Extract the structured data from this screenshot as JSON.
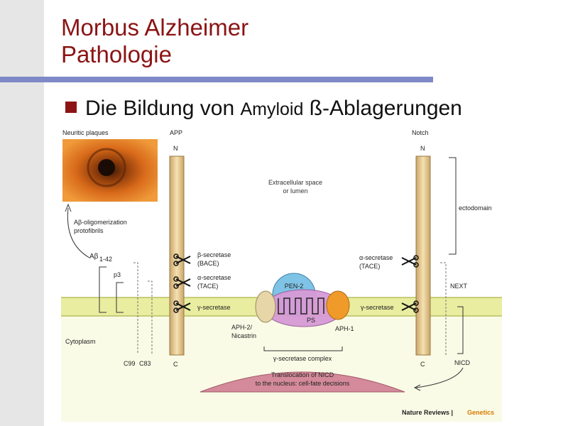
{
  "slide": {
    "title_line1": "Morbus Alzheimer",
    "title_line2": "Pathologie",
    "bullet_pre": "Die Bildung von ",
    "bullet_small": "Amyloid",
    "bullet_post": " ß-Ablagerungen"
  },
  "figure": {
    "neuritic_plaques": "Neuritic plaques",
    "app": "APP",
    "notch": "Notch",
    "n_left": "N",
    "n_right": "N",
    "c_left": "C",
    "c_right": "C",
    "extracellular_1": "Extracellular space",
    "extracellular_2": "or lumen",
    "oligo_1": "Aβ-oligomerization",
    "oligo_2": "protofibrils",
    "abeta": "Aβ",
    "abeta_sub": "1-42",
    "p3": "p3",
    "beta_sec": "β-secretase",
    "bace": "(BACE)",
    "alpha_sec_left": "α-secretase",
    "tace_left": "(TACE)",
    "gamma_sec_left": "γ-secretase",
    "alpha_sec_right": "α-secretase",
    "tace_right": "(TACE)",
    "gamma_sec_right": "γ-secretase",
    "ectodomain": "ectodomain",
    "next": "NEXT",
    "nicd": "NICD",
    "pen2": "PEN-2",
    "ps": "PS",
    "aph2_1": "APH-2/",
    "aph2_2": "Nicastrin",
    "aph1": "APH-1",
    "cytoplasm": "Cytoplasm",
    "c99": "C99",
    "c83": "C83",
    "complex": "γ-secretase complex",
    "transloc_1": "Translocation of NICD",
    "transloc_2": "to the nucleus: cell-fate decisions",
    "credit_a": "Nature Reviews | ",
    "credit_b": "Genetics"
  },
  "colors": {
    "title": "#8b1414",
    "rule": "#7f89c8",
    "membrane": "#e9eda0",
    "nucleus": "#d48a9a",
    "credit_accent": "#d67a00"
  }
}
